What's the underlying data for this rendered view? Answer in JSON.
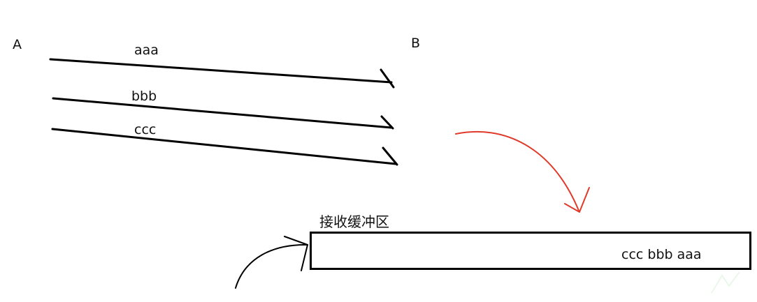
{
  "nodes": {
    "sender": "A",
    "receiver": "B"
  },
  "messages": [
    {
      "label": "aaa"
    },
    {
      "label": "bbb"
    },
    {
      "label": "ccc"
    }
  ],
  "buffer": {
    "title": "接收缓冲区",
    "contents": "ccc bbb aaa"
  },
  "colors": {
    "stroke": "#000000",
    "flow_arrow": "#e03a2a",
    "box_border": "#000000"
  },
  "icons": {
    "flow_arrow": "curved-arrow-icon",
    "input_arrow": "curved-arrow-icon"
  }
}
